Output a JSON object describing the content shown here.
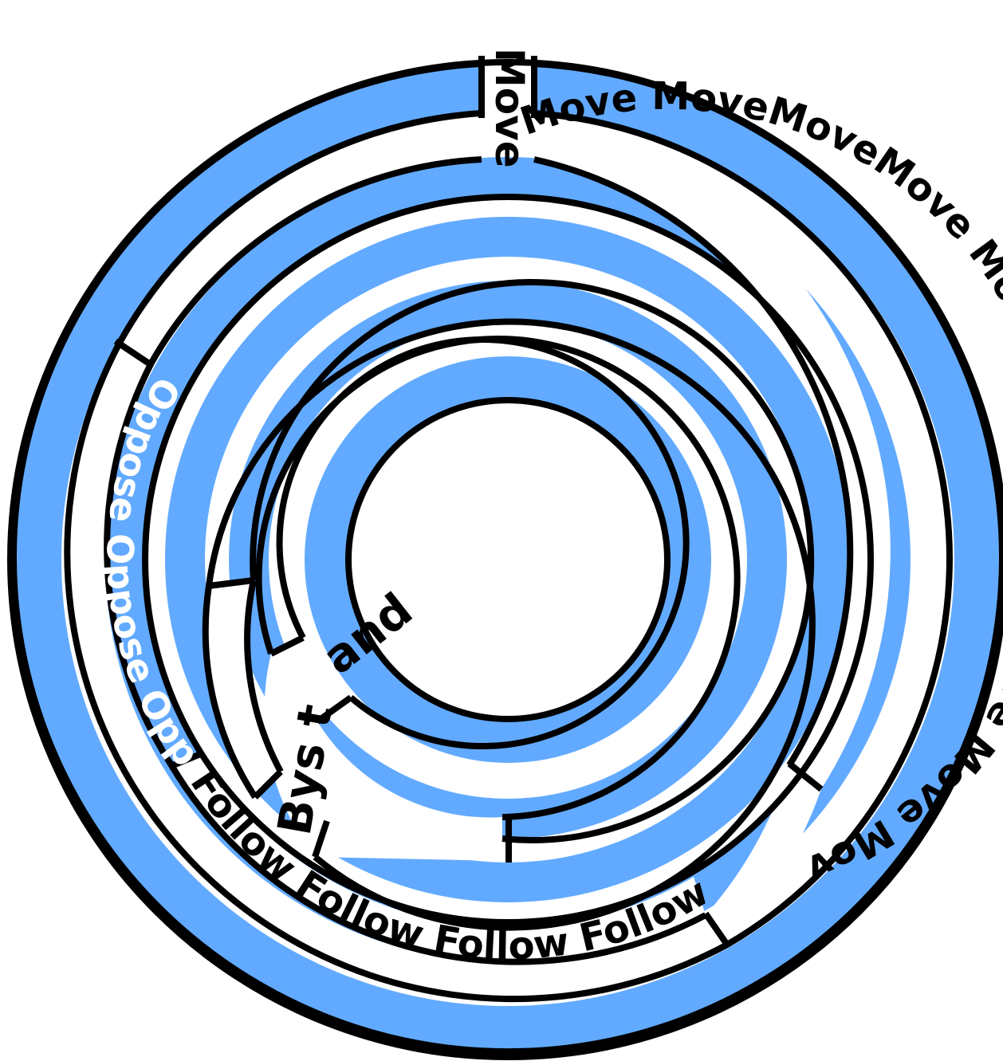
{
  "labels": {
    "move_path": "Move MoveMoveMove Move Move Move Move Move Move",
    "move_top": "Move",
    "oppose_path": "Oppose Oppose Oppose",
    "follow_path": "Follow Follow Follow Follow",
    "bystand_stand": "and",
    "bystand_b": "Bys t",
    "bystand": "Bystand"
  },
  "colors": {
    "band_fill": "#62aaff",
    "wall": "#000000",
    "background": "#ffffff",
    "oppose_text": "#ffffff"
  }
}
